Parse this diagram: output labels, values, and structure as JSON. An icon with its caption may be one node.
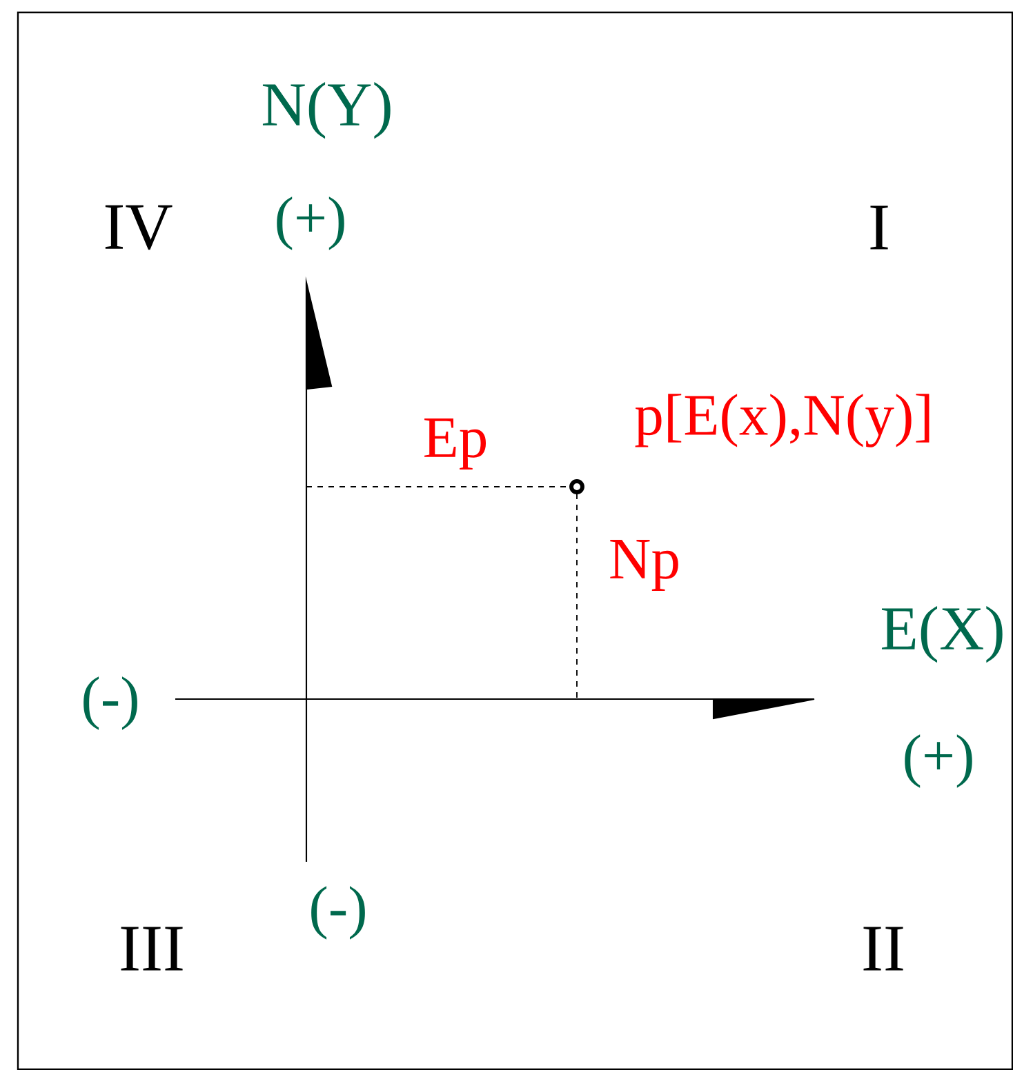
{
  "diagram": {
    "labels": [
      "N(Y)",
      "IV",
      "(+)",
      "I",
      "Ep",
      "p[E(x),N(y)]",
      "Np",
      "E(X)",
      "(-)",
      "(+)",
      "(-)",
      "III",
      "II"
    ]
  }
}
